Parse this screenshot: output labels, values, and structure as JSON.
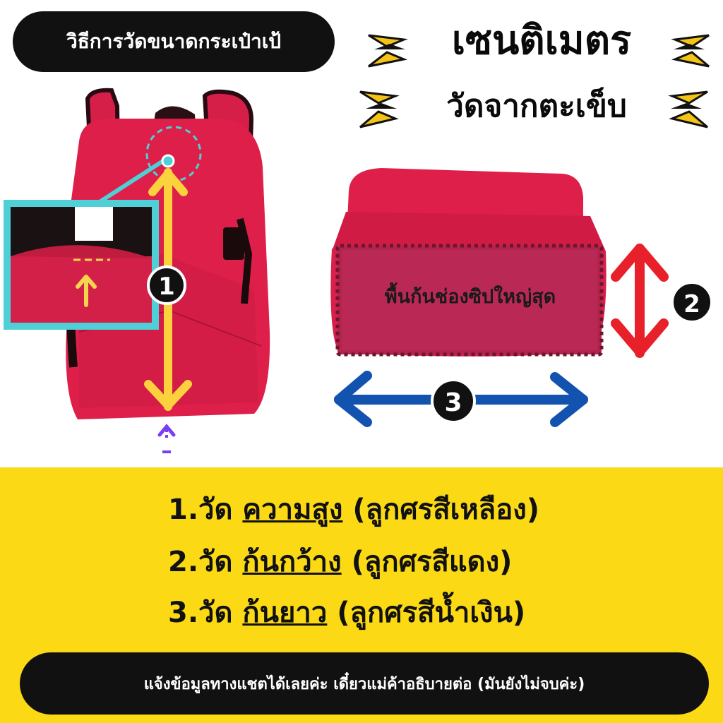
{
  "header": {
    "pill_title": "วิธีการวัดขนาดกระเป๋าเป้",
    "headline_1": "เซนติเมตร",
    "headline_2": "วัดจากตะเข็บ"
  },
  "diagram": {
    "base_zone_label": "พื้นก้นช่องซิปใหญ่สุด",
    "markers": [
      "1",
      "2",
      "3"
    ],
    "colors": {
      "bag": "#dd1f4a",
      "height_arrow": "#fbd23e",
      "width_arrow": "#e8202a",
      "length_arrow": "#1353b0",
      "inset_frame": "#4fd0d6",
      "start_marker": "#7b3ff2"
    }
  },
  "instructions": [
    {
      "prefix": "1.วัด",
      "term": "ความสูง",
      "note": "(ลูกศรสีเหลือง)"
    },
    {
      "prefix": "2.วัด",
      "term": "ก้นกว้าง",
      "note": "(ลูกศรสีแดง)"
    },
    {
      "prefix": "3.วัด",
      "term": "ก้นยาว",
      "note": "(ลูกศรสีน้ำเงิน)"
    }
  ],
  "footer": {
    "text": "แจ้งข้อมูลทางแชตได้เลยค่ะ เดี๋ยวแม่ค้าอธิบายต่อ (มันยังไม่จบค่ะ)"
  },
  "panel_color": "#fbd915"
}
